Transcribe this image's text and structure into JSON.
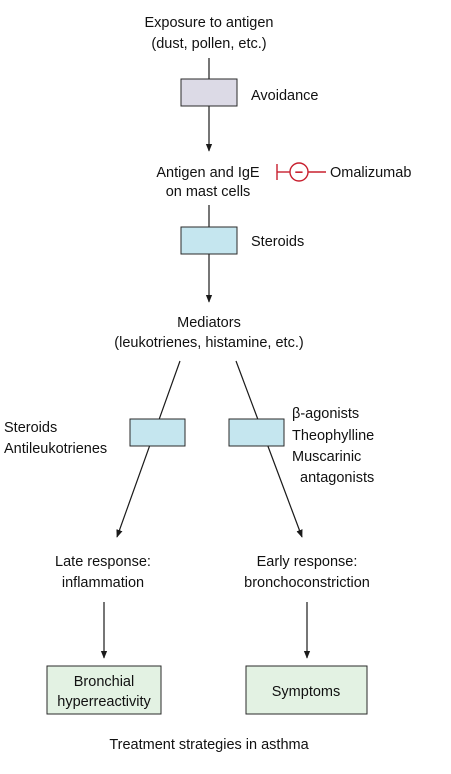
{
  "nodes": {
    "antigen": [
      "Exposure to antigen",
      "(dust, pollen, etc.)"
    ],
    "mast": [
      "Antigen and IgE",
      "on mast cells"
    ],
    "mediators": [
      "Mediators",
      "(leukotrienes, histamine, etc.)"
    ],
    "late": [
      "Late response:",
      "inflammation"
    ],
    "early": [
      "Early response:",
      "bronchoconstriction"
    ],
    "hyper": [
      "Bronchial",
      "hyperreactivity"
    ],
    "symptoms": [
      "Symptoms"
    ]
  },
  "drugs": {
    "avoidance": [
      "Avoidance"
    ],
    "omalizumab": [
      "Omalizumab"
    ],
    "inhibit_symbol": "−",
    "steroids_top": [
      "Steroids"
    ],
    "steroids_left": [
      "Steroids",
      "Antileukotrienes"
    ],
    "right": [
      "β-agonists",
      "Theophylline",
      "Muscarinic",
      "  antagonists"
    ]
  },
  "caption": "Treatment strategies in asthma",
  "colors": {
    "avoid_box": "#dcdae6",
    "drug_box": "#c5e6ef",
    "output_box": "#e3f2e3",
    "inhibit": "#c8202f"
  }
}
